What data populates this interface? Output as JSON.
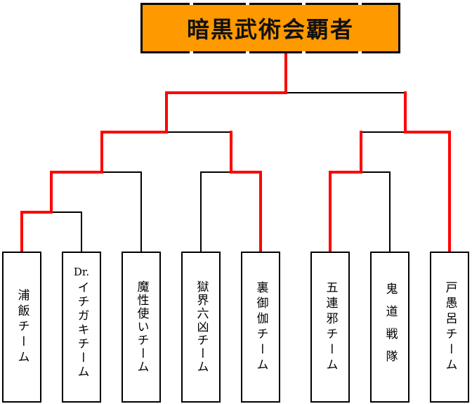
{
  "champion_title": "暗黒武術会覇者",
  "colors": {
    "winner_line": "#ff0000",
    "loser_line": "#000000",
    "champion_box": "#ff9900"
  },
  "teams": [
    {
      "name": "浦飯チーム"
    },
    {
      "prefix": "Dr.",
      "name": "イチガキチーム"
    },
    {
      "name": "魔性使いチーム"
    },
    {
      "name": "獄界六凶チーム"
    },
    {
      "name": "裏御伽チーム"
    },
    {
      "name": "五連邪チーム"
    },
    {
      "name": "鬼道戦隊"
    },
    {
      "name": "戸愚呂チーム"
    }
  ]
}
